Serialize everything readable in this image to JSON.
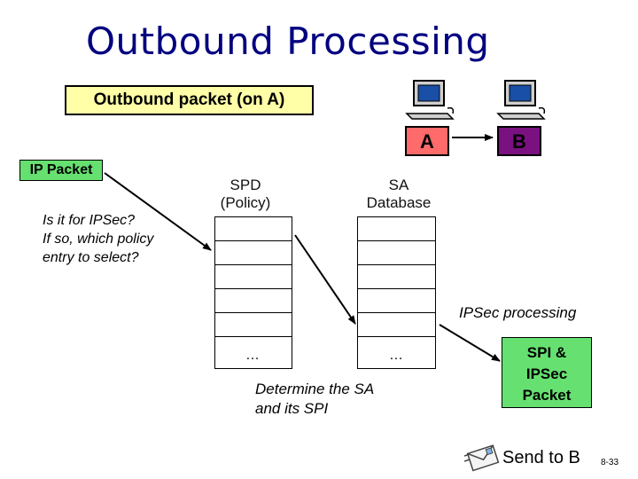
{
  "slide": {
    "title": "Outbound Processing",
    "outbound_label": "Outbound packet (on A)",
    "host_a": "A",
    "host_b": "B",
    "ip_packet": "IP Packet",
    "question_lines": [
      "Is it for IPSec?",
      "If so, which policy",
      "entry to select?"
    ],
    "spd_header": [
      "SPD",
      "(Policy)"
    ],
    "sa_header": [
      "SA",
      "Database"
    ],
    "spd_ellipsis": "…",
    "sa_ellipsis": "…",
    "ipsec_processing": "IPSec processing",
    "determine_lines": [
      "Determine the SA",
      "and its SPI"
    ],
    "spi_packet_lines": [
      "SPI &",
      "IPSec",
      "Packet"
    ],
    "send_to_b": "Send to B",
    "page_number": "8-33"
  },
  "colors": {
    "title": "#000080",
    "outbound_box": "#ffffa8",
    "host_a": "#ff6a6a",
    "host_b": "#7a1180",
    "packet_green": "#66e070",
    "arrow": "#000000"
  },
  "icons": [
    "computer-icon",
    "computer-icon",
    "mail-icon"
  ]
}
